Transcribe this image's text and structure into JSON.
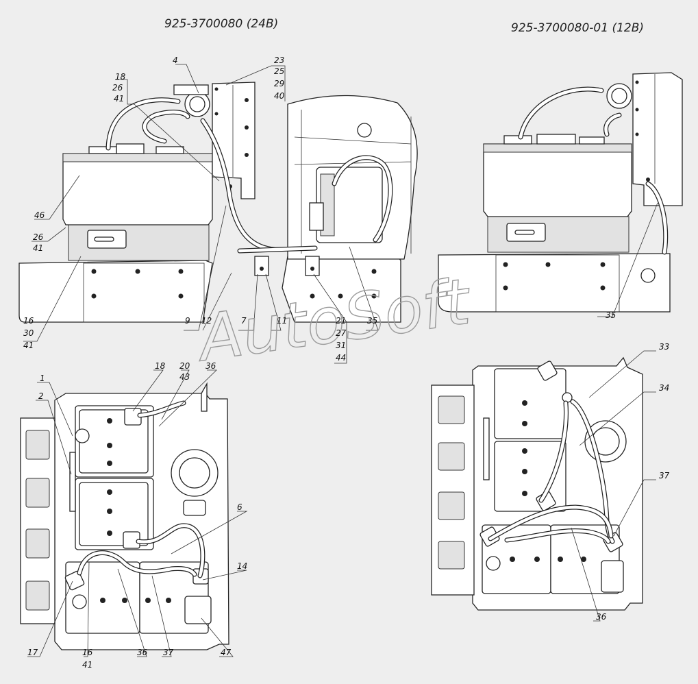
{
  "titles": {
    "left": "925-3700080   (24В)",
    "right": "925-3700080-01    (12В)"
  },
  "watermark": "AutoSoft",
  "callouts": {
    "c4": "4",
    "c18a": "18",
    "c26a": "26",
    "c41a": "41",
    "c23": "23",
    "c25": "25",
    "c29": "29",
    "c40": "40",
    "c46": "46",
    "c26b": "26",
    "c41b": "41",
    "c16a": "16",
    "c30": "30",
    "c41c": "41",
    "c9": "9",
    "c12": "12",
    "c7": "7",
    "c11": "11",
    "c21": "21",
    "c27": "27",
    "c31": "31",
    "c44": "44",
    "c35a": "35",
    "c35b": "35",
    "c1": "1",
    "c2": "2",
    "c18b": "18",
    "c20": "20",
    "c43": "43",
    "c36a": "36",
    "c6": "6",
    "c14": "14",
    "c17": "17",
    "c16b": "16",
    "c41d": "41",
    "c36b": "36",
    "c37a": "37",
    "c47": "47",
    "c33": "33",
    "c34": "34",
    "c37b": "37",
    "c36c": "36"
  }
}
